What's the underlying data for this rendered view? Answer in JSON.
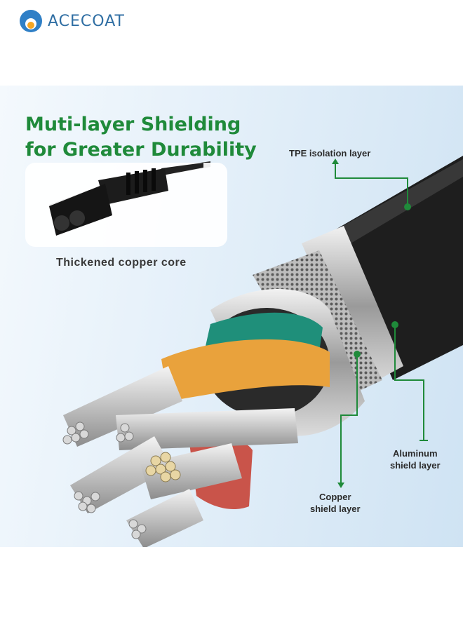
{
  "brand": {
    "name": "ACECOAT",
    "logo_colors": [
      "#2f7fc6",
      "#f5a623"
    ]
  },
  "headline": {
    "line1": "Muti-layer Shielding",
    "line2": "for Greater Durability"
  },
  "inset": {
    "caption": "Thickened copper core"
  },
  "labels": {
    "tpe": "TPE isolation layer",
    "aluminum_line1": "Aluminum",
    "aluminum_line2": "shield layer",
    "copper_line1": "Copper",
    "copper_line2": "shield layer"
  },
  "colors": {
    "accent_green": "#1f8a3a",
    "wire_orange": "#e9a23c",
    "wire_teal": "#1f8f7a",
    "wire_red": "#c9544a",
    "jacket": "#1e1e1e"
  }
}
